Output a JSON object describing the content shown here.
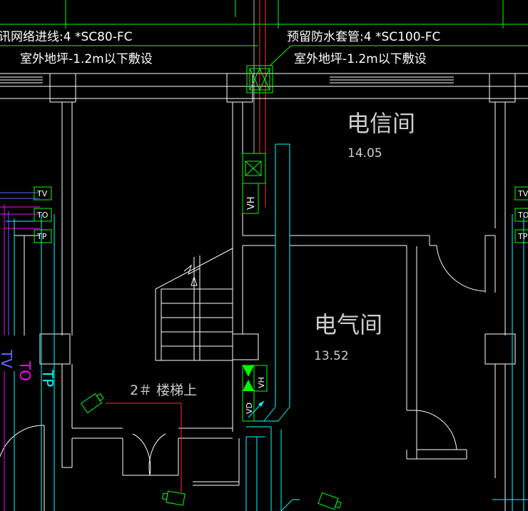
{
  "annotations": {
    "left_line1": "讯网络进线:4 *SC80-FC",
    "left_line2": "室外地坪-1.2m以下敷设",
    "right_line1": "预留防水套管:4 *SC100-FC",
    "right_line2": "室外地坪-1.2m以下敷设"
  },
  "rooms": {
    "telecom": {
      "name": "电信间",
      "area": "14.05"
    },
    "electrical": {
      "name": "电气间",
      "area": "13.52"
    },
    "stair": {
      "name": "2＃ 楼梯上"
    }
  },
  "tags": {
    "left_tv": "TV",
    "left_to": "TO",
    "left_tp": "TP",
    "right_tv": "TV",
    "right_to": "TO",
    "right_tp": "TP",
    "vh_upper": "VH",
    "vh_lower": "VH",
    "vd": "VD",
    "vertical_tp": "TP",
    "vertical_to": "TO",
    "vertical_tv": "TV"
  },
  "colors": {
    "background": "#000000",
    "wall": "#ffffff",
    "green": "#00ff00",
    "cyan": "#00ffff",
    "red": "#ff3030",
    "magenta": "#ff00ff",
    "blue": "#6666ff",
    "text_gray": "#cccccc"
  }
}
